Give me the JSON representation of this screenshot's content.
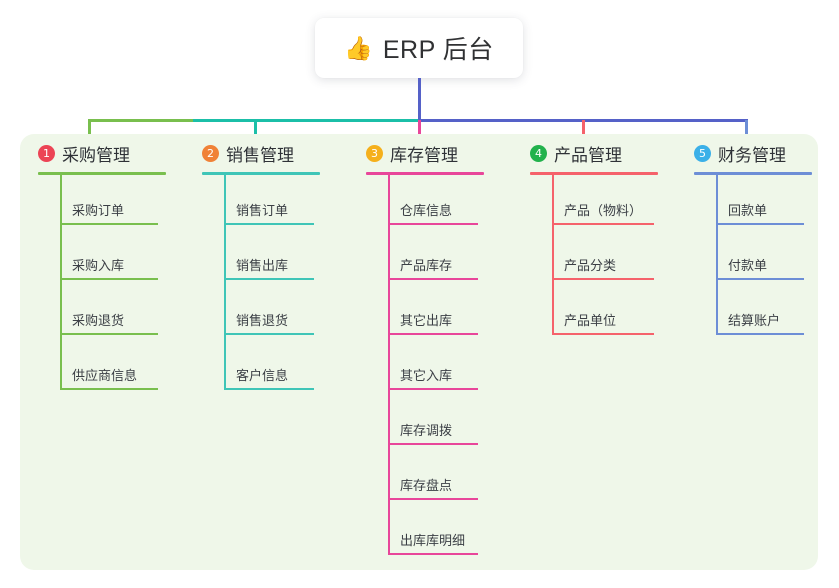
{
  "diagram": {
    "type": "org-chart",
    "title": "ERP 后台",
    "root": {
      "icon": "thumbs-up-emoji",
      "emoji": "👍",
      "label": "ERP 后台",
      "card_bg": "#ffffff"
    },
    "panel_bg": "#eff7e9",
    "bus": {
      "segments": [
        {
          "name": "purchase-segment",
          "color": "#79bf4e"
        },
        {
          "name": "sales-segment",
          "color": "#1bbfa8"
        },
        {
          "name": "right-segment",
          "color": "#5561c8"
        }
      ],
      "stem_color": "#5561c8"
    },
    "branches": [
      {
        "index": "1",
        "label": "采购管理",
        "badge_color": "#ec4455",
        "line_color": "#79bf4e",
        "items": [
          "采购订单",
          "采购入库",
          "采购退货",
          "供应商信息"
        ]
      },
      {
        "index": "2",
        "label": "销售管理",
        "badge_color": "#f08237",
        "line_color": "#3fc5b7",
        "items": [
          "销售订单",
          "销售出库",
          "销售退货",
          "客户信息"
        ]
      },
      {
        "index": "3",
        "label": "库存管理",
        "badge_color": "#f5b01c",
        "line_color": "#e8469a",
        "items": [
          "仓库信息",
          "产品库存",
          "其它出库",
          "其它入库",
          "库存调拨",
          "库存盘点",
          "出库库明细"
        ]
      },
      {
        "index": "4",
        "label": "产品管理",
        "badge_color": "#22b24c",
        "line_color": "#f5626b",
        "items": [
          "产品（物料）",
          "产品分类",
          "产品单位"
        ]
      },
      {
        "index": "5",
        "label": "财务管理",
        "badge_color": "#3bb0e8",
        "line_color": "#6d8ed6",
        "items": [
          "回款单",
          "付款单",
          "结算账户"
        ]
      }
    ]
  }
}
